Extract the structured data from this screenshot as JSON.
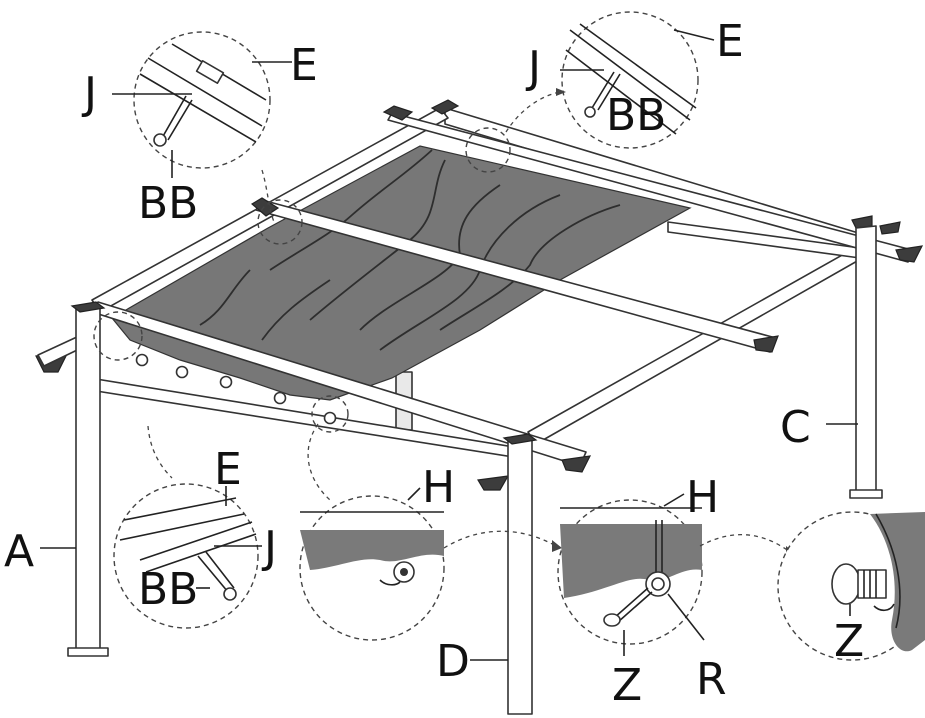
{
  "labels": {
    "a": "A",
    "c": "C",
    "d": "D",
    "e": "E",
    "h": "H",
    "j": "J",
    "bb": "BB",
    "r": "R",
    "z": "Z"
  },
  "colors": {
    "canopy": "#777777",
    "line": "#222222",
    "cap": "#3c3c3c"
  }
}
